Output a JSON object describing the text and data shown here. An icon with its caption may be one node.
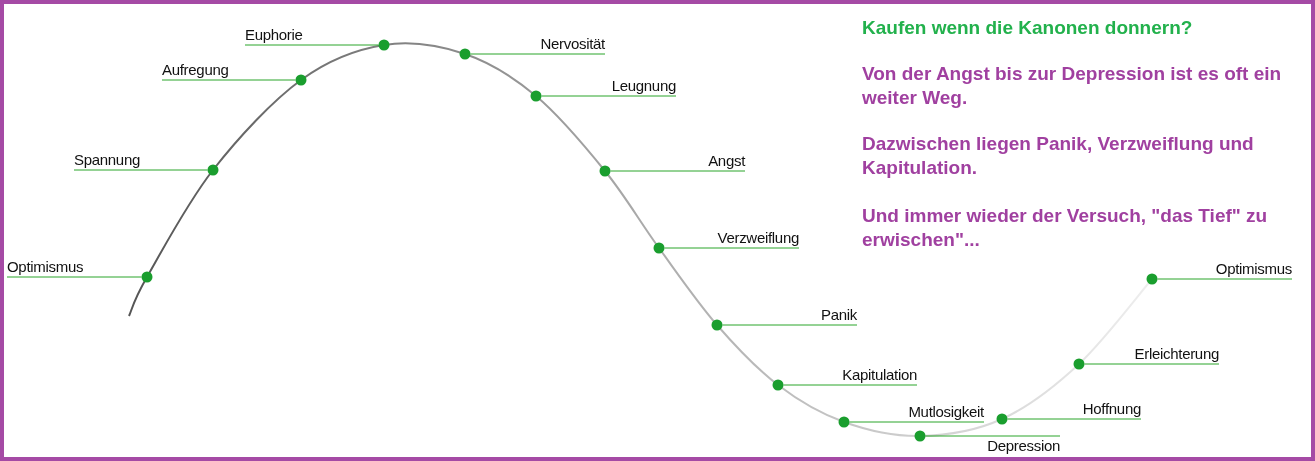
{
  "diagram": {
    "nodes": [
      {
        "text": [
          "Optimismus"
        ]
      },
      {
        "text": [
          "Spannung"
        ]
      },
      {
        "text": [
          "Aufregung"
        ]
      },
      {
        "text": [
          "Euphorie"
        ]
      },
      {
        "text": [
          "Nervosität"
        ]
      },
      {
        "text": [
          "Leugnung"
        ]
      },
      {
        "text": [
          "Angst"
        ]
      },
      {
        "text": [
          "Verzweiflung"
        ]
      },
      {
        "text": [
          "Panik"
        ]
      },
      {
        "text": [
          "Kapitulation"
        ]
      },
      {
        "text": [
          "Mutlosigkeit"
        ]
      },
      {
        "text": [
          "Depression"
        ]
      },
      {
        "text": [
          "Hoffnung"
        ]
      },
      {
        "text": [
          "Erleichterung"
        ]
      },
      {
        "text": [
          "Optimismus"
        ]
      },
      {
        "text": [],
        "shape": "circle"
      },
      {
        "text": [],
        "shape": "circle"
      },
      {
        "text": [],
        "shape": "circle"
      },
      {
        "text": [],
        "shape": "circle"
      },
      {
        "text": [],
        "shape": "circle"
      },
      {
        "text": [],
        "shape": "circle"
      },
      {
        "text": [],
        "shape": "circle"
      },
      {
        "text": [],
        "shape": "circle"
      },
      {
        "text": [],
        "shape": "circle"
      },
      {
        "text": [],
        "shape": "circle"
      },
      {
        "text": [],
        "shape": "circle"
      },
      {
        "text": [],
        "shape": "circle"
      },
      {
        "text": [],
        "shape": "circle"
      },
      {
        "text": [],
        "shape": "circle"
      },
      {
        "text": [],
        "shape": "circle"
      }
    ],
    "edges": [
      {
        "from": 0,
        "to": 15,
        "arrow": "none"
      },
      {
        "from": 1,
        "to": 16,
        "arrow": "none"
      },
      {
        "from": 2,
        "to": 17,
        "arrow": "none"
      },
      {
        "from": 3,
        "to": 18,
        "arrow": "none"
      },
      {
        "from": 4,
        "to": 19,
        "arrow": "none"
      },
      {
        "from": 5,
        "to": 20,
        "arrow": "none"
      },
      {
        "from": 6,
        "to": 21,
        "arrow": "none"
      },
      {
        "from": 7,
        "to": 22,
        "arrow": "none"
      },
      {
        "from": 8,
        "to": 23,
        "arrow": "none"
      },
      {
        "from": 9,
        "to": 24,
        "arrow": "none"
      },
      {
        "from": 10,
        "to": 25,
        "arrow": "none"
      },
      {
        "from": 11,
        "to": 26,
        "arrow": "none"
      },
      {
        "from": 12,
        "to": 27,
        "arrow": "none"
      },
      {
        "from": 13,
        "to": 28,
        "arrow": "none"
      },
      {
        "from": 14,
        "to": 29,
        "arrow": "none"
      }
    ],
    "labels": [
      "Kaufen wenn die Kanonen donnern?",
      "Von der Angst bis zur Depression ist es oft ein weiter Weg.",
      "Dazwischen liegen Panik, Verzweiflung und Kapitulation.",
      "Und immer wieder der Versuch, \"das Tief\" zu erwischen\"..."
    ]
  }
}
